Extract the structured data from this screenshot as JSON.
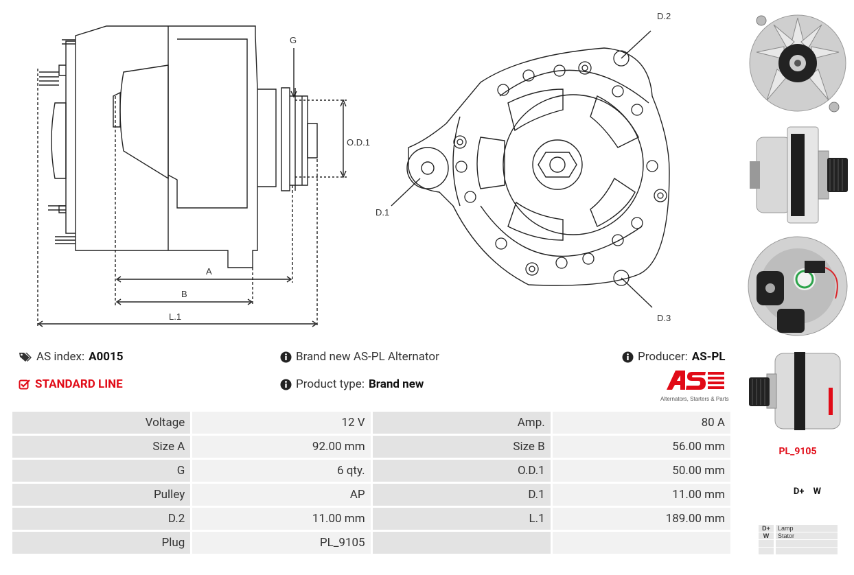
{
  "drawing_labels": {
    "g": "G",
    "od1": "O.D.1",
    "a": "A",
    "b": "B",
    "l1": "L.1",
    "d1": "D.1",
    "d2": "D.2",
    "d3": "D.3"
  },
  "info": {
    "as_index_label": "AS index:",
    "as_index_value": "A0015",
    "standard_line": "STANDARD LINE",
    "description": "Brand new AS-PL Alternator",
    "product_type_label": "Product type:",
    "product_type_value": "Brand new",
    "producer_label": "Producer:",
    "producer_value": "AS-PL"
  },
  "logo": {
    "mark": "AS",
    "tagline": "Alternators, Starters & Parts",
    "color": "#e10b17"
  },
  "specs": [
    [
      {
        "k": "Voltage",
        "v": "12 V"
      },
      {
        "k": "Amp.",
        "v": "80 A"
      }
    ],
    [
      {
        "k": "Size A",
        "v": "92.00 mm"
      },
      {
        "k": "Size B",
        "v": "56.00 mm"
      }
    ],
    [
      {
        "k": "G",
        "v": "6 qty."
      },
      {
        "k": "O.D.1",
        "v": "50.00 mm"
      }
    ],
    [
      {
        "k": "Pulley",
        "v": "AP"
      },
      {
        "k": "D.1",
        "v": "11.00 mm"
      }
    ],
    [
      {
        "k": "D.2",
        "v": "11.00 mm"
      },
      {
        "k": "L.1",
        "v": "189.00 mm"
      }
    ],
    [
      {
        "k": "Plug",
        "v": "PL_9105"
      },
      {
        "k": "",
        "v": ""
      }
    ]
  ],
  "plug": {
    "name": "PL_9105",
    "terminals": "D+ W",
    "legend": [
      {
        "t": "D+",
        "d": "Lamp"
      },
      {
        "t": "W",
        "d": "Stator"
      },
      {
        "t": "",
        "d": ""
      },
      {
        "t": "",
        "d": ""
      }
    ]
  },
  "colors": {
    "accent": "#e10b17",
    "key_cell": "#e3e3e3",
    "value_cell": "#f2f2f2"
  }
}
